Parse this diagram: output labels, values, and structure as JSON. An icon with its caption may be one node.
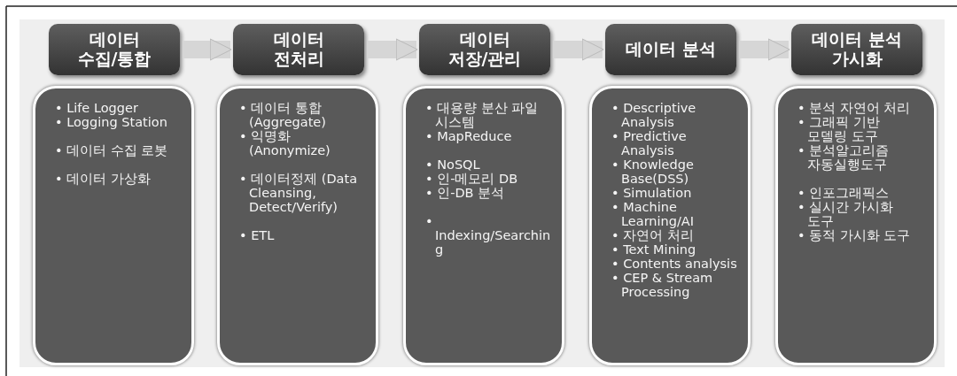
{
  "diagram": {
    "nodes": [
      {
        "text": [
          "데이터 수집/통합"
        ]
      },
      {
        "text": [
          "데이터 전처리"
        ]
      },
      {
        "text": [
          "데이터 저장/관리"
        ]
      },
      {
        "text": [
          "데이터 분석"
        ]
      },
      {
        "text": [
          "데이터 분석 가시화"
        ]
      },
      {
        "text": [
          "• Life Logger",
          "• Logging Station",
          "• 데이터 수집 로봇",
          "• 데이터 가상화"
        ]
      },
      {
        "text": [
          "• 데이터 통합 (Aggregate)",
          "• 익명화 (Anonymize)",
          "• 데이터정제 (Data Cleansing, Detect/Verify)",
          "• ETL"
        ]
      },
      {
        "text": [
          "• 대용량 분산 파일 시스템",
          "• MapReduce",
          "• NoSQL",
          "• 인-메모리 DB",
          "• 인-DB 분석",
          "• Indexing/Searching"
        ]
      },
      {
        "text": [
          "• Descriptive Analysis",
          "• Predictive Analysis",
          "• Knowledge Base(DSS)",
          "• Simulation",
          "• Machine Learning/AI",
          "• 자연어 처리",
          "• Text Mining",
          "• Contents analysis",
          "• CEP & Stream Processing"
        ]
      },
      {
        "text": [
          "• 분석 자연어 처리",
          "• 그래픽 기반 모델링 도구",
          "• 분석알고리즘 자동실행도구",
          "• 인포그래픽스",
          "• 실시간 가시화 도구",
          "• 동적 가시화 도구"
        ]
      }
    ],
    "edges": [
      {
        "from": 0,
        "to": 1,
        "arrow": "to"
      },
      {
        "from": 1,
        "to": 2,
        "arrow": "to"
      },
      {
        "from": 2,
        "to": 3,
        "arrow": "to"
      },
      {
        "from": 3,
        "to": 4,
        "arrow": "to"
      }
    ]
  }
}
